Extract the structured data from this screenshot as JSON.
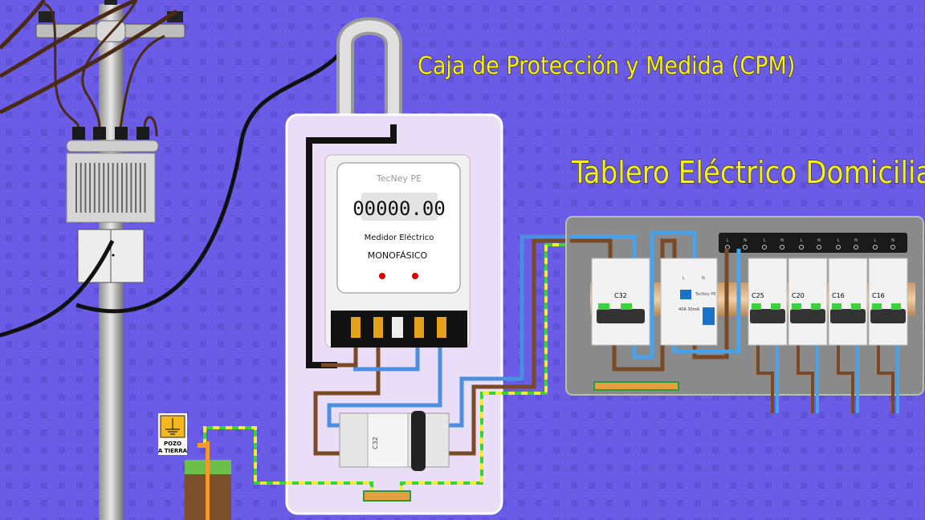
{
  "titles": {
    "cpm": "Caja de Protección y Medida (CPM)",
    "tablero": "Tablero Eléctrico Domiciliario"
  },
  "meter": {
    "brand": "TecNey PE",
    "reading": "00000.00",
    "label": "Medidor Eléctrico",
    "type": "MONOFÁSICO"
  },
  "ground": {
    "sign_line1": "POZO",
    "sign_line2": "A TIERRA"
  },
  "cpm_breaker": {
    "rating": "C32"
  },
  "panel": {
    "main_breaker": "C32",
    "rcd": {
      "brand": "TecNey PE",
      "rating": "40A 30mA",
      "terminals": [
        "L",
        "N"
      ]
    },
    "branch_breakers": [
      "C25",
      "C20",
      "C16",
      "C16"
    ],
    "bus_labels": [
      "L",
      "N",
      "L",
      "N",
      "L",
      "N",
      "L",
      "N",
      "L",
      "N"
    ]
  },
  "colors": {
    "background": "#6a5ce6",
    "phase": "#7a4a26",
    "neutral": "#4aa3ea",
    "ground_green": "#3ad13a",
    "ground_yellow": "#f3ee2a",
    "title": "#f6f01e"
  }
}
